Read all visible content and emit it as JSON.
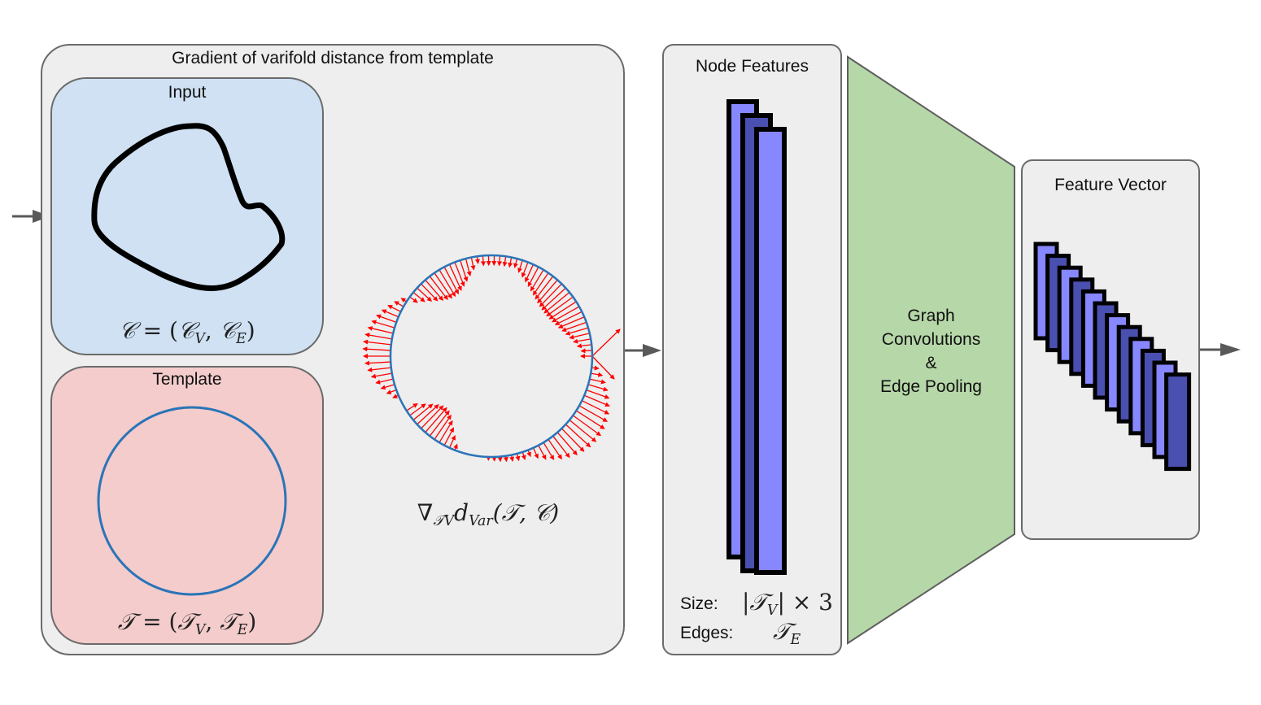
{
  "diagram": {
    "gradient_panel": {
      "title": "Gradient of varifold distance from template",
      "input": {
        "title": "Input",
        "formula_lhs": "𝒞",
        "formula_eq": "=",
        "formula_rhs_open": "(",
        "formula_v_base": "𝒞",
        "formula_v_sub": "V",
        "formula_comma": ",",
        "formula_e_base": "𝒞",
        "formula_e_sub": "E",
        "formula_rhs_close": ")"
      },
      "template": {
        "title": "Template",
        "formula_lhs": "𝒯",
        "formula_eq": "=",
        "formula_rhs_open": "(",
        "formula_v_base": "𝒯",
        "formula_v_sub": "V",
        "formula_comma": ",",
        "formula_e_base": "𝒯",
        "formula_e_sub": "E",
        "formula_rhs_close": ")"
      },
      "gradient_formula": {
        "nabla": "∇",
        "nabla_sub": "𝒯V",
        "d": "d",
        "d_sub": "Var",
        "args": "(𝒯, 𝒞)"
      }
    },
    "node_features": {
      "title": "Node Features",
      "size_label": "Size:",
      "size_value_base": "|𝒯",
      "size_value_sub": "V",
      "size_value_rest": "| × 3",
      "edges_label": "Edges:",
      "edges_value_base": "𝒯",
      "edges_value_sub": "E",
      "layer_count": 3
    },
    "graph_block": {
      "line1": "Graph",
      "line2": "Convolutions",
      "line3": "&",
      "line4": "Edge Pooling"
    },
    "feature_vector": {
      "title": "Feature Vector",
      "layer_count": 12
    },
    "colors": {
      "input_bg": "#cfe1f3",
      "template_bg": "#f4cccc",
      "panel_bg": "#eeeeee",
      "graph_block": "#b6d7a8",
      "layer_light": "#8787ff",
      "layer_dark": "#4a50b0",
      "circle": "#2b74b8",
      "arrow_red": "#ff0000",
      "flow_arrow": "#595959"
    }
  }
}
